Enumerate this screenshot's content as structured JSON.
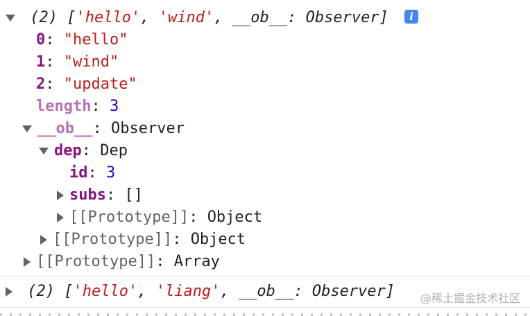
{
  "log_entry_1": {
    "summary": {
      "count": "(2)",
      "open": "[",
      "item_1": "'hello'",
      "item_2": "'wind'",
      "sep": ", ",
      "ob_label": "__ob__: Observer",
      "close": "]"
    },
    "info_icon": "i",
    "properties": [
      {
        "key": "0",
        "value": "\"hello\""
      },
      {
        "key": "1",
        "value": "\"wind\""
      },
      {
        "key": "2",
        "value": "\"update\""
      }
    ],
    "length": {
      "key": "length",
      "value": "3"
    },
    "ob": {
      "key": "__ob__",
      "type": "Observer",
      "dep": {
        "key": "dep",
        "type": "Dep",
        "id": {
          "key": "id",
          "value": "3"
        },
        "subs": {
          "key": "subs",
          "value": "[]"
        },
        "prototype": {
          "key": "[[Prototype]]",
          "value": "Object"
        }
      },
      "prototype": {
        "key": "[[Prototype]]",
        "value": "Object"
      }
    },
    "prototype": {
      "key": "[[Prototype]]",
      "value": "Array"
    }
  },
  "log_entry_2": {
    "summary": {
      "count": "(2)",
      "open": "[",
      "item_1": "'hello'",
      "item_2": "'liang'",
      "sep": ", ",
      "ob_label": "__ob__: Observer",
      "close": "]"
    }
  },
  "watermark": "@稀土掘金技术社区"
}
